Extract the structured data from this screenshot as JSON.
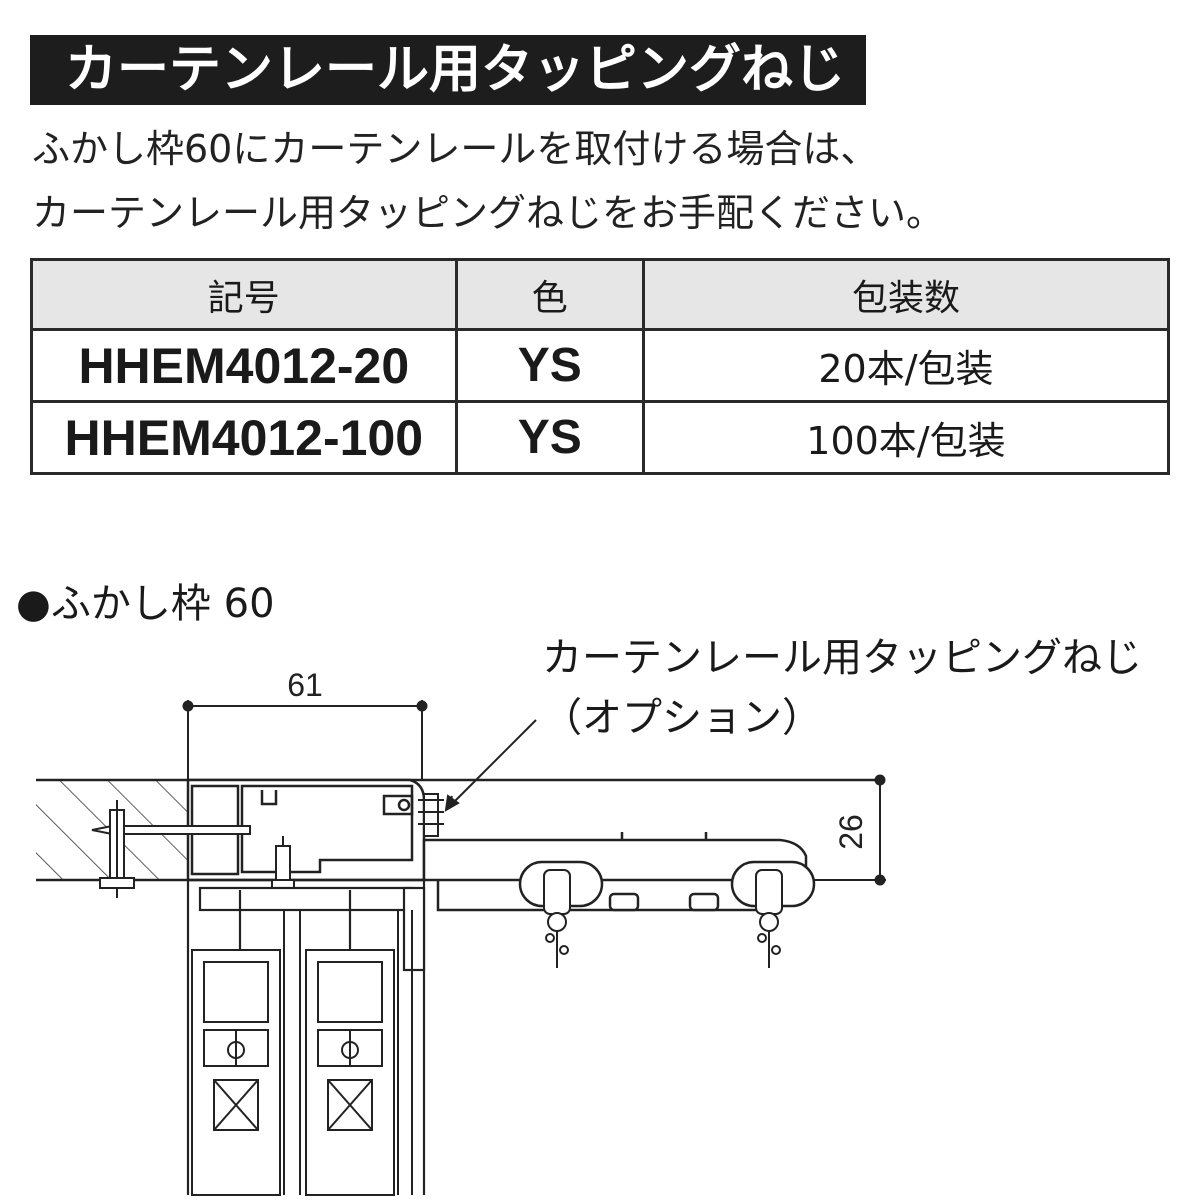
{
  "title": "カーテンレール用タッピングねじ",
  "description": [
    "ふかし枠60にカーテンレールを取付ける場合は、",
    "カーテンレール用タッピングねじをお手配ください。"
  ],
  "table": {
    "headers": [
      "記号",
      "色",
      "包装数"
    ],
    "rows": [
      {
        "code": "HHEM4012-20",
        "color": "YS",
        "qty": "20本/包装"
      },
      {
        "code": "HHEM4012-100",
        "color": "YS",
        "qty": "100本/包装"
      }
    ]
  },
  "diagram": {
    "section_label": "●ふかし枠 60",
    "callout_line1": "カーテンレール用タッピングねじ",
    "callout_line2": "（オプション）",
    "dimension_width": "61",
    "dimension_height": "26"
  }
}
